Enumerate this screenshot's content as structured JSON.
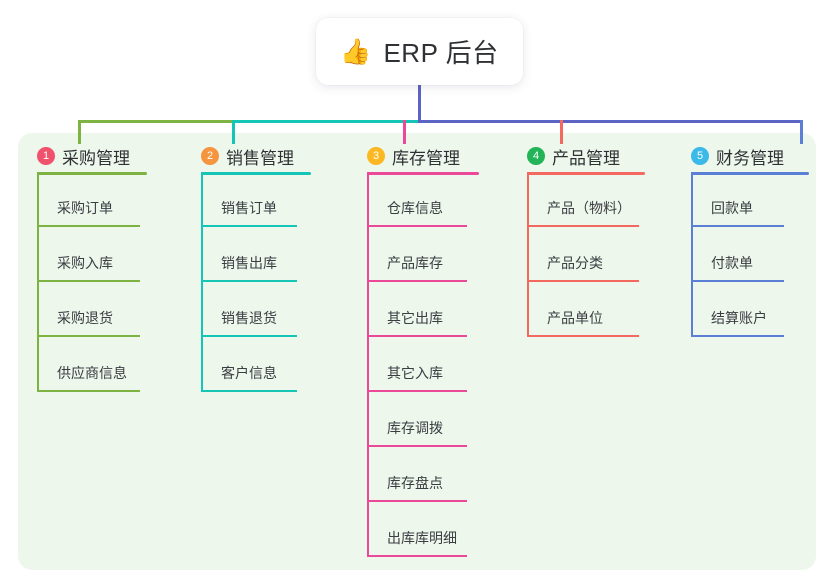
{
  "root": {
    "icon": "thumbs-up-icon",
    "emoji": "👍",
    "title": "ERP 后台"
  },
  "diagram": {
    "panel_color": "#eef7ec",
    "trunk_color": "#5b63c4",
    "bus_segments": [
      {
        "color": "#7cb342"
      },
      {
        "color": "#15c5b5"
      },
      {
        "color": "#5b63c4"
      }
    ]
  },
  "columns": [
    {
      "index": "1",
      "title": "采购管理",
      "badge_color": "#f0526d",
      "line_color": "#7cb342",
      "items": [
        "采购订单",
        "采购入库",
        "采购退货",
        "供应商信息"
      ]
    },
    {
      "index": "2",
      "title": "销售管理",
      "badge_color": "#f5953e",
      "line_color": "#15c5b5",
      "items": [
        "销售订单",
        "销售出库",
        "销售退货",
        "客户信息"
      ]
    },
    {
      "index": "3",
      "title": "库存管理",
      "badge_color": "#fcb823",
      "line_color": "#ec4899",
      "items": [
        "仓库信息",
        "产品库存",
        "其它出库",
        "其它入库",
        "库存调拨",
        "库存盘点",
        "出库库明细"
      ]
    },
    {
      "index": "4",
      "title": "产品管理",
      "badge_color": "#22b457",
      "line_color": "#f4695f",
      "items": [
        "产品（物料）",
        "产品分类",
        "产品单位"
      ]
    },
    {
      "index": "5",
      "title": "财务管理",
      "badge_color": "#3bb9e8",
      "line_color": "#5b7fd4",
      "items": [
        "回款单",
        "付款单",
        "结算账户"
      ]
    }
  ]
}
